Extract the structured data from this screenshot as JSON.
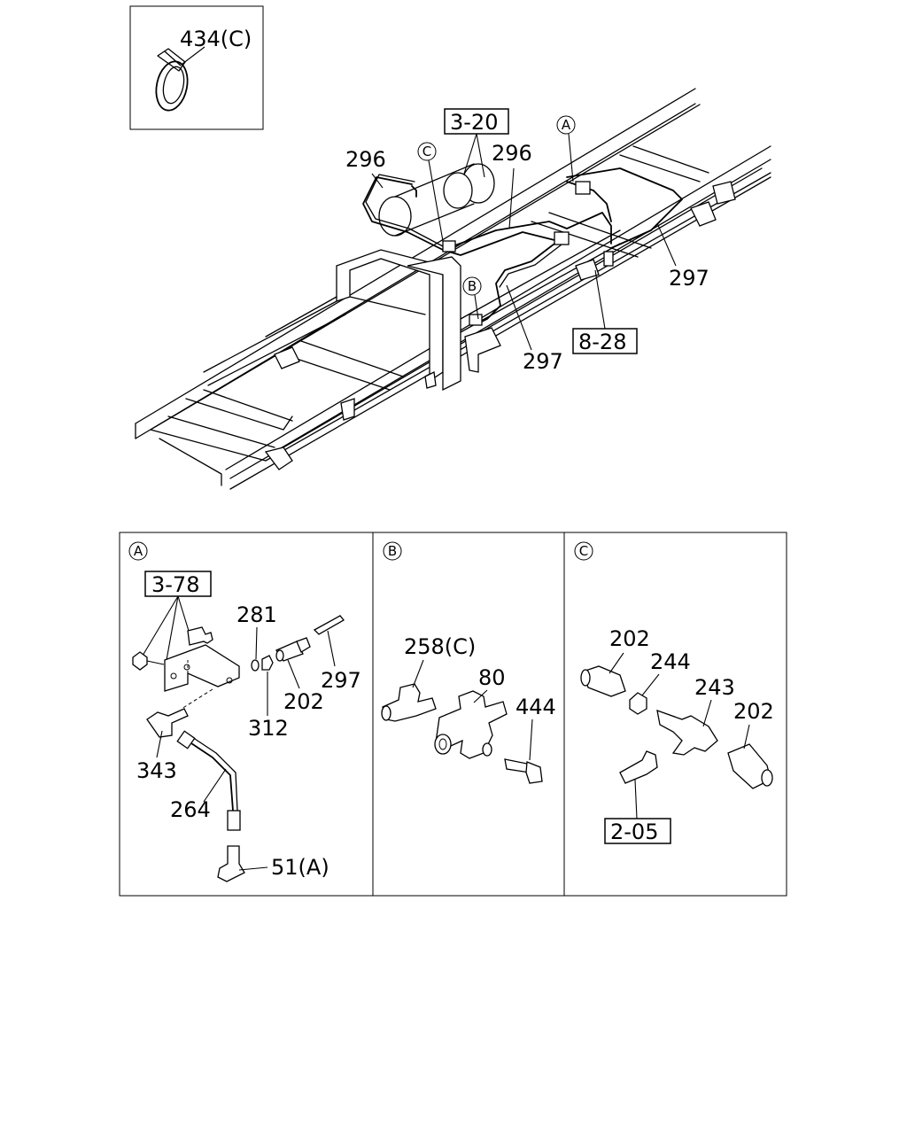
{
  "inset": {
    "label": "434(C)"
  },
  "overview": {
    "callouts": {
      "A": "A",
      "B": "B",
      "C": "C"
    },
    "labels": {
      "l296a": "296",
      "l296b": "296",
      "l297a": "297",
      "l297b": "297"
    },
    "refs": {
      "r320": "3-20",
      "r828": "8-28"
    }
  },
  "panelA": {
    "marker": "A",
    "ref": "3-78",
    "labels": {
      "p281": "281",
      "p297": "297",
      "p202": "202",
      "p312": "312",
      "p343": "343",
      "p264": "264",
      "p51": "51(A)"
    }
  },
  "panelB": {
    "marker": "B",
    "labels": {
      "p258": "258(C)",
      "p80": "80",
      "p444": "444"
    }
  },
  "panelC": {
    "marker": "C",
    "ref": "2-05",
    "labels": {
      "p202a": "202",
      "p244": "244",
      "p243": "243",
      "p202b": "202"
    }
  }
}
